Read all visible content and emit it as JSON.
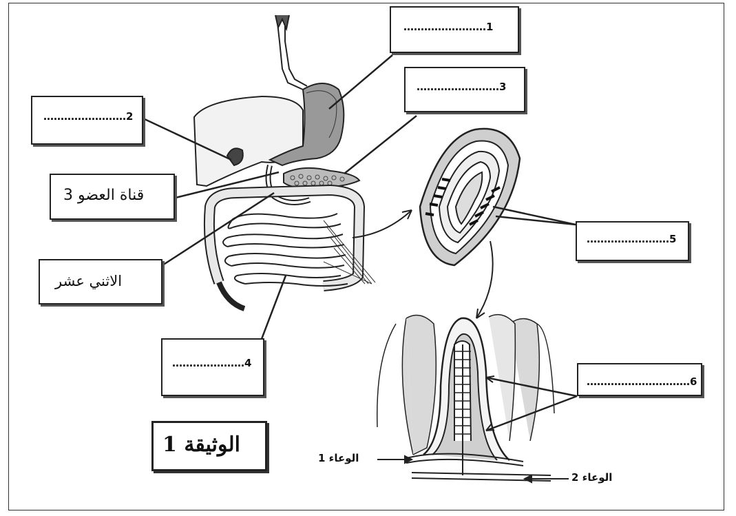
{
  "labels": {
    "l1": "……………………1",
    "l2": "……………………2",
    "l3": "……………………3",
    "l4": "…………………4",
    "l5": "……………………5",
    "l6": "…………………………6",
    "organ3_duct": "قناة العضو 3",
    "duodenum": "الاثني عشر",
    "vessel1": "الوعاء 1",
    "vessel2": "الوعاء 2"
  },
  "title": "الوثيقة 1"
}
